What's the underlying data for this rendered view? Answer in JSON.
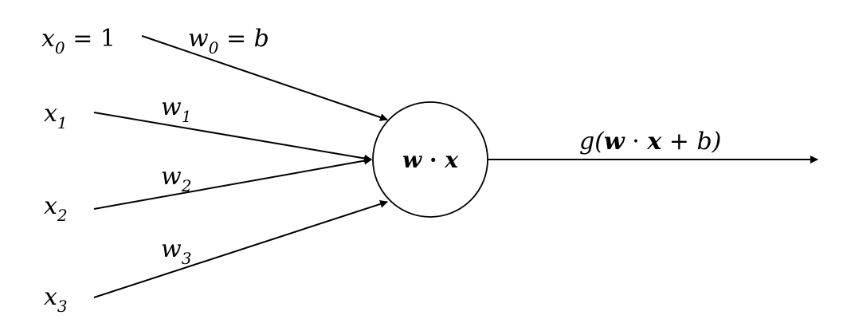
{
  "inputs": [
    {
      "var": "x",
      "sub": "0",
      "suffix": " = 1"
    },
    {
      "var": "x",
      "sub": "1",
      "suffix": ""
    },
    {
      "var": "x",
      "sub": "2",
      "suffix": ""
    },
    {
      "var": "x",
      "sub": "3",
      "suffix": ""
    }
  ],
  "weights": [
    {
      "var": "w",
      "sub": "0",
      "suffix": " = b"
    },
    {
      "var": "w",
      "sub": "1",
      "suffix": ""
    },
    {
      "var": "w",
      "sub": "2",
      "suffix": ""
    },
    {
      "var": "w",
      "sub": "3",
      "suffix": ""
    }
  ],
  "neuron": {
    "w": "w",
    "dot": " · ",
    "x": "x"
  },
  "output": {
    "g": "g(",
    "w": "w",
    "dot": " · ",
    "x": "x",
    "rest": " + b)"
  }
}
